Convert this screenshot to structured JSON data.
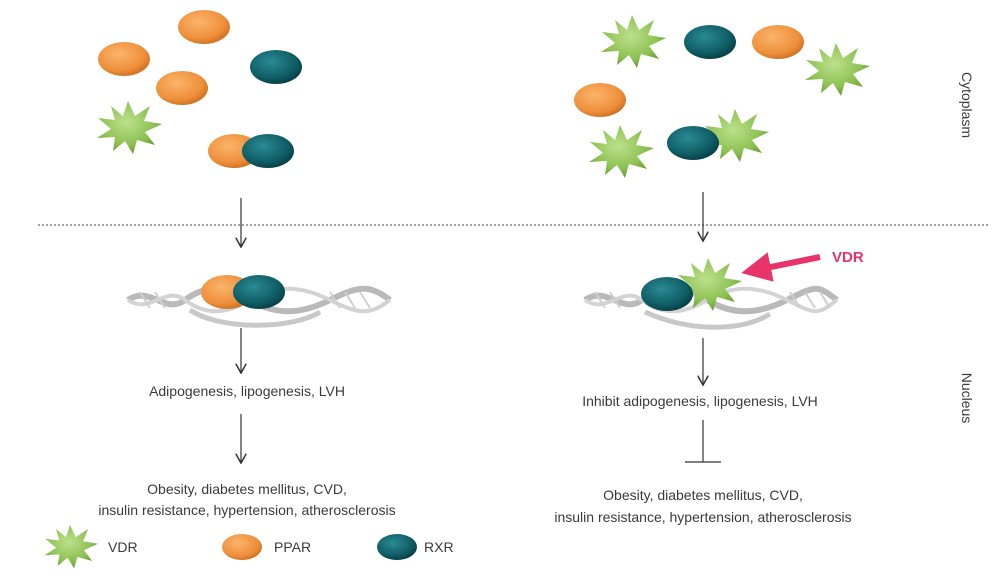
{
  "side_labels": {
    "cytoplasm": "Cytoplasm",
    "nucleus": "Nucleus"
  },
  "left_pathway": {
    "effect": "Adipogenesis, lipogenesis, LVH",
    "outcome_line1": "Obesity, diabetes mellitus, CVD,",
    "outcome_line2": "insulin resistance, hypertension, atherosclerosis"
  },
  "right_pathway": {
    "effect": "Inhibit adipogenesis, lipogenesis, LVH",
    "outcome_line1": "Obesity, diabetes mellitus, CVD,",
    "outcome_line2": "insulin resistance, hypertension, atherosclerosis",
    "callout": "VDR"
  },
  "legend": [
    {
      "label": "VDR",
      "shape": "star-icon"
    },
    {
      "label": "PPAR",
      "shape": "orange-ellipse-icon"
    },
    {
      "label": "RXR",
      "shape": "teal-ellipse-icon"
    }
  ],
  "colors": {
    "ppar": "#ee8f3b",
    "rxr": "#0e5b63",
    "vdr": "#8cc152",
    "callout": "#e8336b",
    "arrow": "#333333"
  }
}
